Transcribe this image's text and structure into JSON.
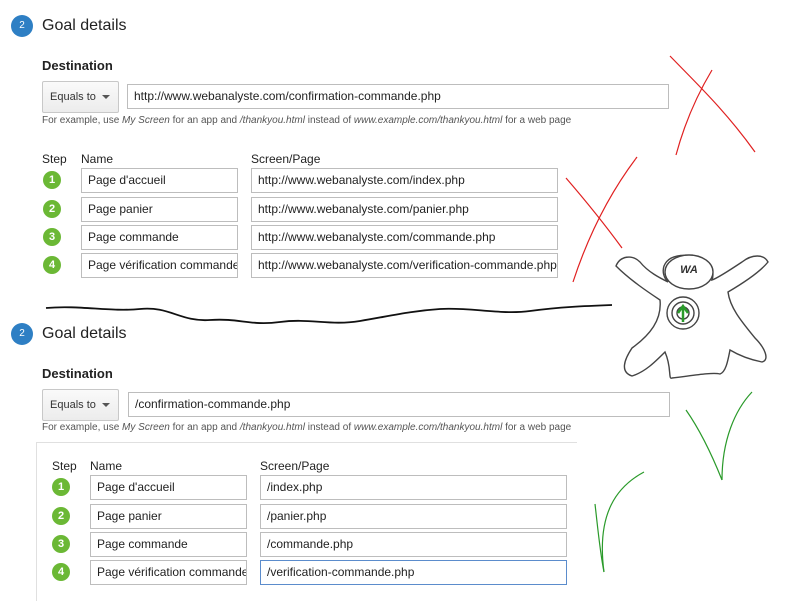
{
  "goal_details_title": "Goal details",
  "section_number": "2",
  "destination_label": "Destination",
  "match_type": "Equals to",
  "column_step": "Step",
  "column_name": "Name",
  "column_screen": "Screen/Page",
  "hint": {
    "prefix": "For example, use",
    "my_screen": "My Screen",
    "mid": "for an app and",
    "thankyou": "/thankyou.html",
    "instead_of": "instead of",
    "example_url": "www.example.com/thankyou.html",
    "suffix": "for a web page"
  },
  "top": {
    "destination": "http://www.webanalyste.com/confirmation-commande.php",
    "steps": [
      {
        "number": "1",
        "name": "Page d'accueil",
        "screen": "http://www.webanalyste.com/index.php"
      },
      {
        "number": "2",
        "name": "Page panier",
        "screen": "http://www.webanalyste.com/panier.php"
      },
      {
        "number": "3",
        "name": "Page commande",
        "screen": "http://www.webanalyste.com/commande.php"
      },
      {
        "number": "4",
        "name": "Page vérification commande",
        "screen": "http://www.webanalyste.com/verification-commande.php"
      }
    ]
  },
  "bottom": {
    "destination": "/confirmation-commande.php",
    "steps": [
      {
        "number": "1",
        "name": "Page d'accueil",
        "screen": "/index.php"
      },
      {
        "number": "2",
        "name": "Page panier",
        "screen": "/panier.php"
      },
      {
        "number": "3",
        "name": "Page commande",
        "screen": "/commande.php"
      },
      {
        "number": "4",
        "name": "Page vérification commande",
        "screen": "/verification-commande.php"
      }
    ]
  },
  "mascot_text": "WA",
  "colors": {
    "accent_blue": "#2e7fc4",
    "step_green": "#6bb835",
    "cross_red": "#e02020",
    "check_green": "#2a9a2a"
  }
}
